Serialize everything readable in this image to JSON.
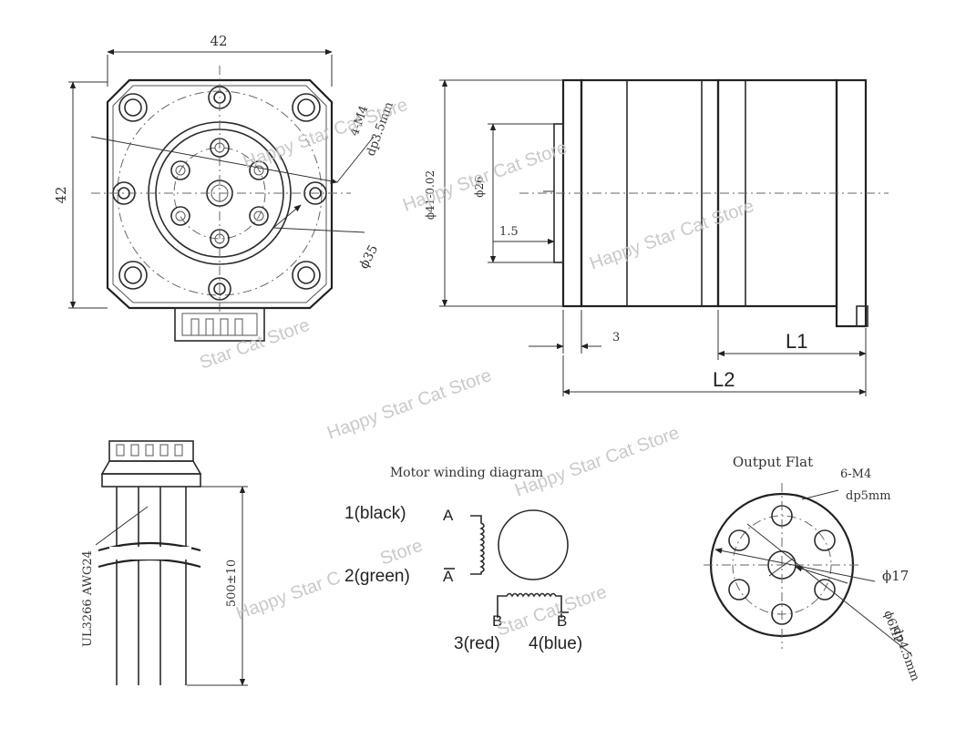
{
  "watermark": "Happy Star Cat Store",
  "watermark_partial_1": "Star Cat Store",
  "watermark_partial_2": "Store",
  "watermark_partial_3": "Star Cat Store",
  "watermark_partial_4": "Happy Star C",
  "front_view": {
    "width_dim": "42",
    "height_dim": "42",
    "hole_note_1": "4-M4",
    "hole_note_2": "dp3.5mm",
    "circle_dim": "ϕ35"
  },
  "side_view": {
    "pilot_dim": "ϕ41-0.02",
    "gear_dim": "ϕ26",
    "step_dim": "1.5",
    "flange_dim": "3",
    "l1_label": "L1",
    "l2_label": "L2"
  },
  "cable_view": {
    "cable_spec": "UL3266  AWG24",
    "length_dim": "500±10"
  },
  "winding": {
    "title": "Motor winding diagram",
    "wire1": "1(black)",
    "wire2": "2(green)",
    "wire3": "3(red)",
    "wire4": "4(blue)",
    "phase_a": "A",
    "phase_a_bar": "A",
    "phase_b": "B",
    "phase_b_bar": "B"
  },
  "output_flat": {
    "title": "Output Flat",
    "hole_note_1": "6-M4",
    "hole_note_2": "dp5mm",
    "pcd_dim": "ϕ17",
    "bore_dim_1": "ϕ6H7",
    "bore_dim_2": "dp4.5mm"
  }
}
